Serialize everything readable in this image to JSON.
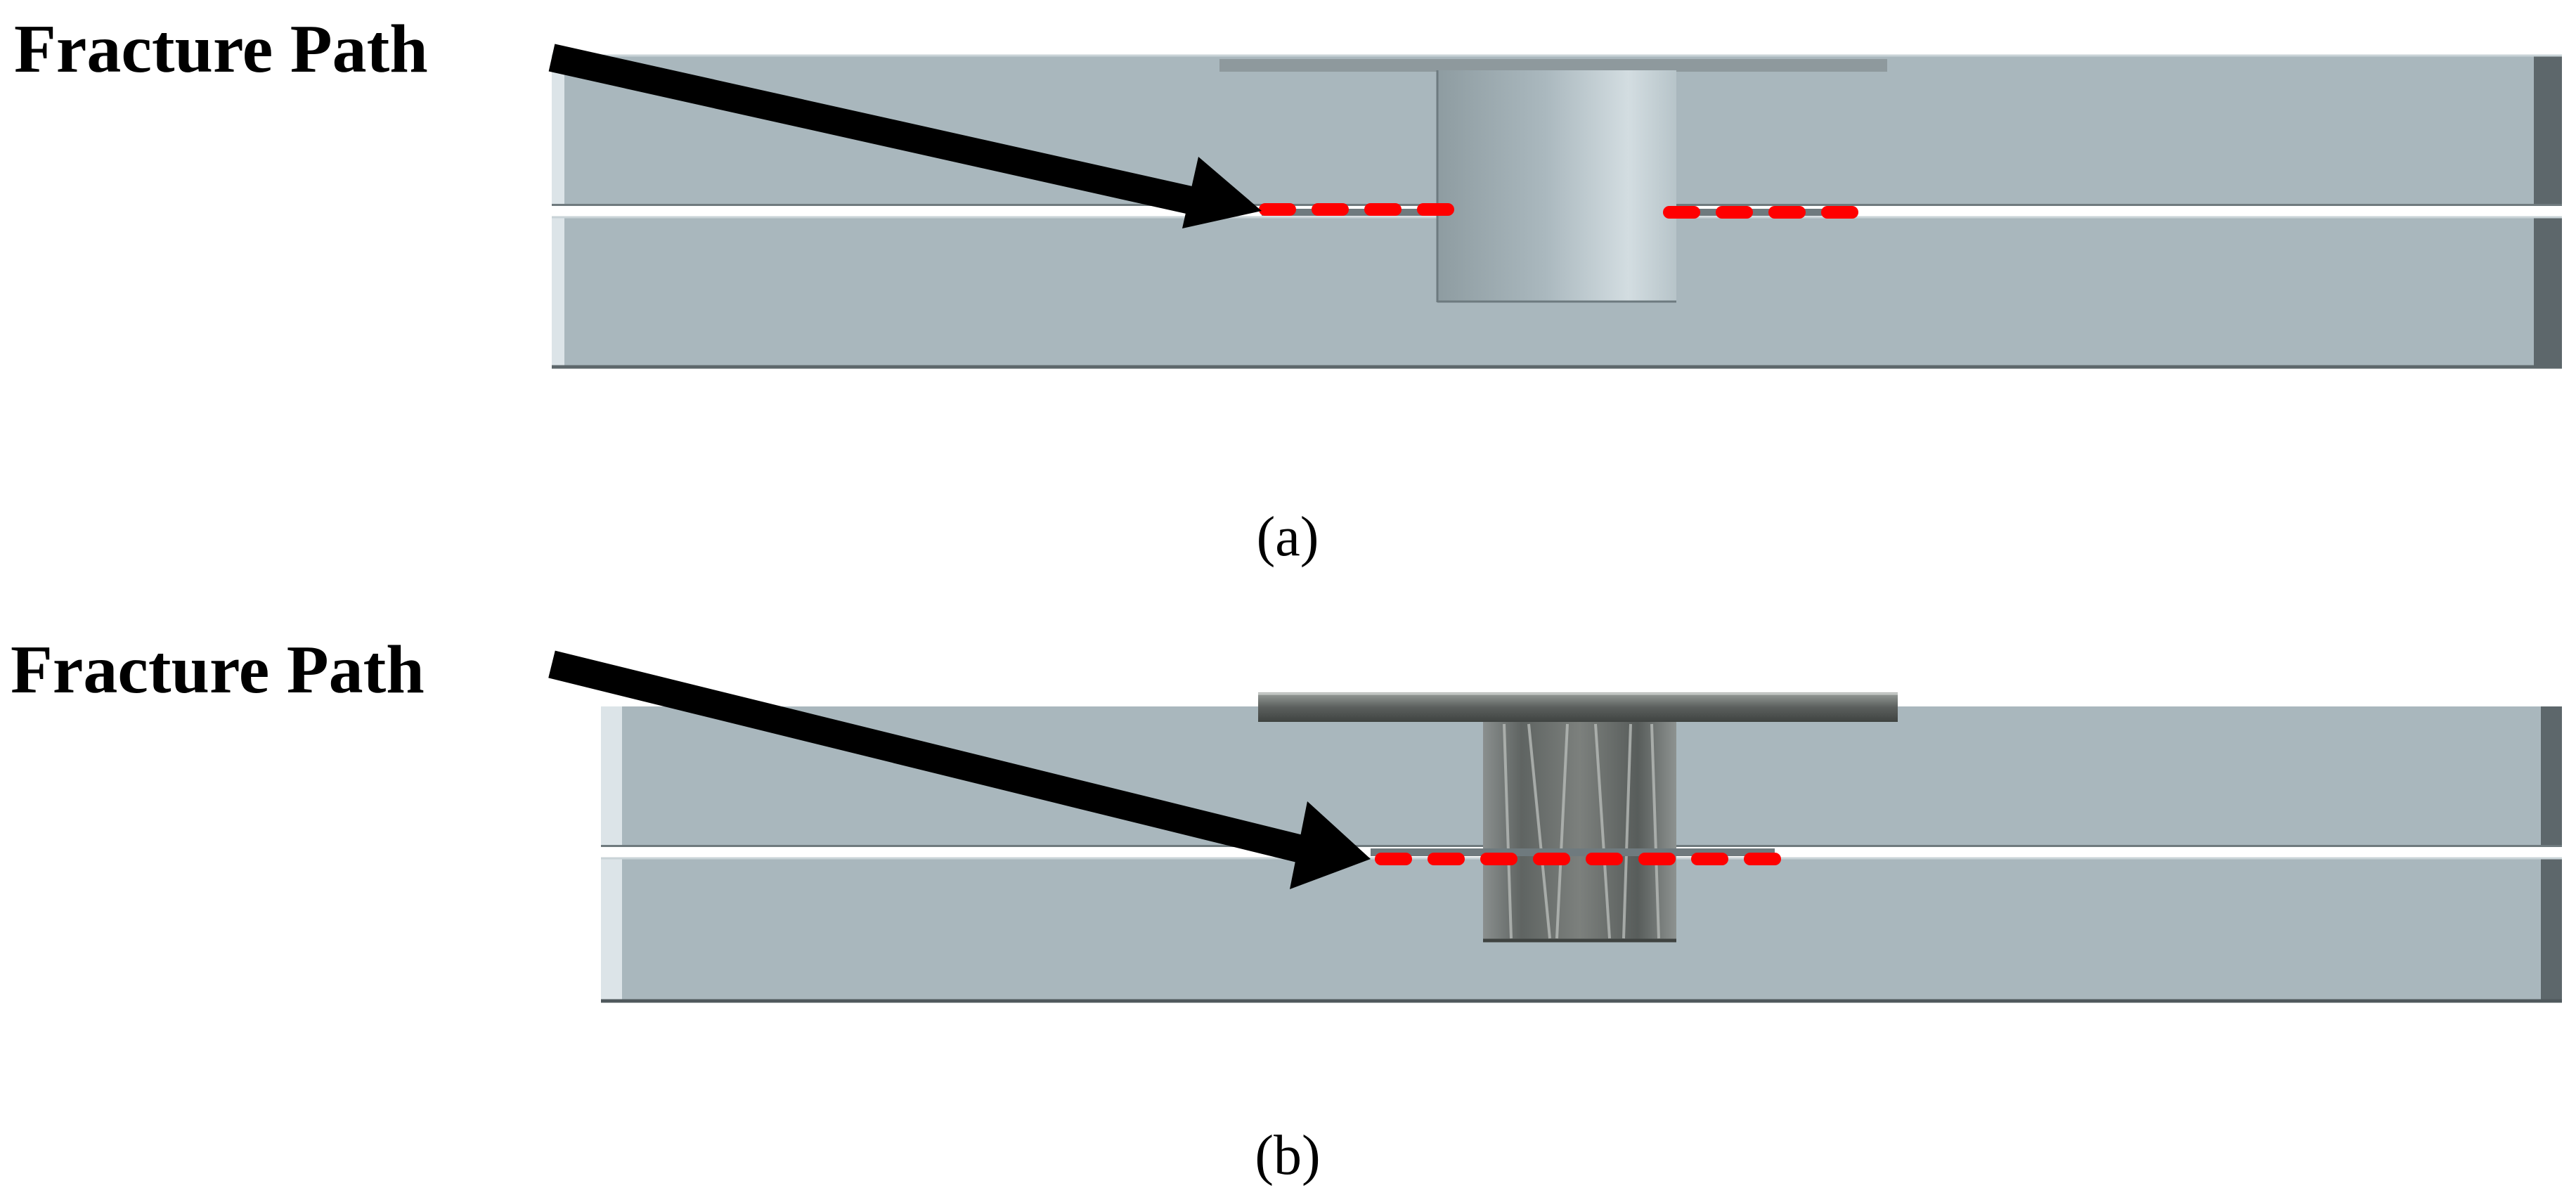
{
  "figure": {
    "panels": [
      {
        "id": "a",
        "label": "Fracture Path",
        "caption": "(a)",
        "fracture_line_style": "red-dashed",
        "fracture_segments": 2
      },
      {
        "id": "b",
        "label": "Fracture Path",
        "caption": "(b)",
        "fracture_line_style": "red-dashed",
        "fracture_segments": 1
      }
    ],
    "colors": {
      "sheet": "#a9b7bd",
      "sheet_edge_dark": "#5d676b",
      "sheet_edge_light": "#dce4e8",
      "nugget": "#9aa9ae",
      "fracture": "#ff0000",
      "arrow": "#000000"
    }
  }
}
